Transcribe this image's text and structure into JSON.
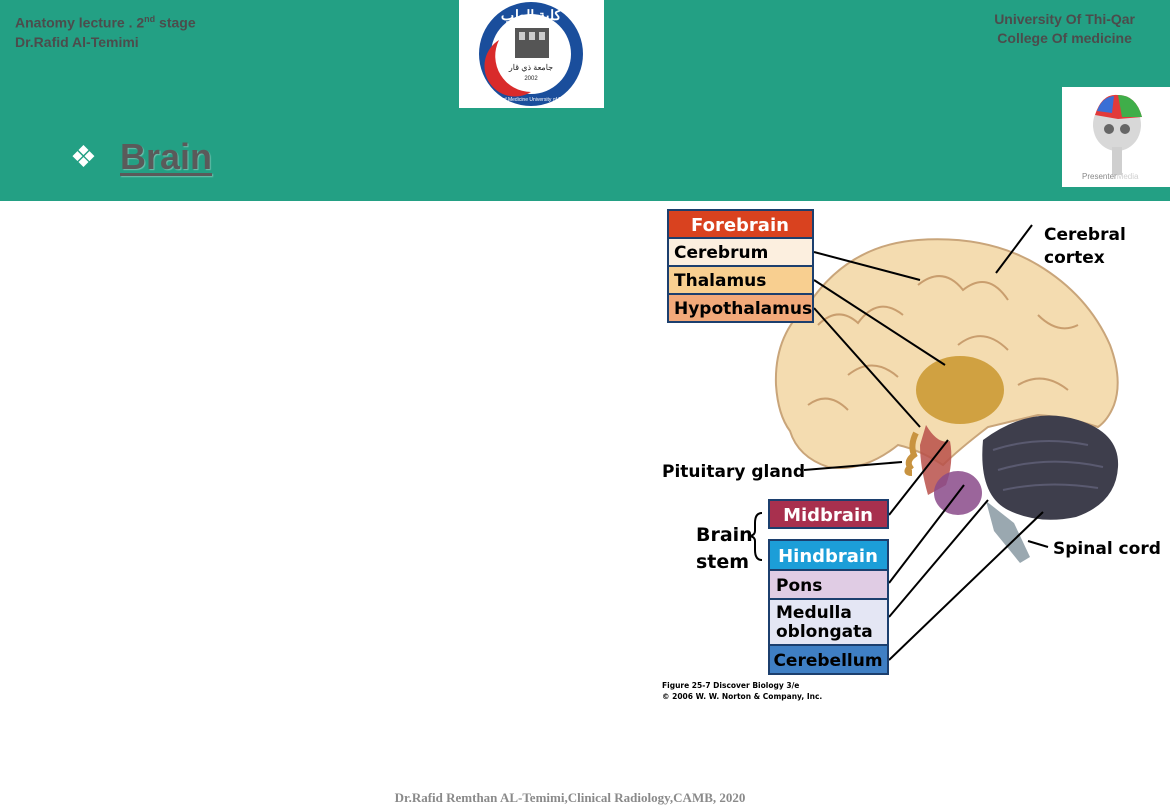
{
  "header": {
    "left_line1": "Anatomy lecture . 2",
    "left_sup": "nd",
    "left_line1_end": " stage",
    "left_line2": "Dr.Rafid Al-Temimi",
    "right_line1": "University Of Thi-Qar",
    "right_line2": "College Of  medicine"
  },
  "logo": {
    "arabic_top": "كلية الطب",
    "arabic_inner": "جامعة ذي قار",
    "ring_text": "College of Medicine University of Thi - Qar",
    "year": "2002"
  },
  "presenter": {
    "label_a": "Presenter",
    "label_b": "Media"
  },
  "slide": {
    "bullet": "❖",
    "title": "Brain"
  },
  "figure": {
    "forebrain_header": "Forebrain",
    "cerebrum": "Cerebrum",
    "thalamus": "Thalamus",
    "hypothalamus": "Hypothalamus",
    "cerebral": "Cerebral",
    "cortex": "cortex",
    "pituitary": "Pituitary gland",
    "brain": "Brain",
    "stem": "stem",
    "midbrain": "Midbrain",
    "hindbrain": "Hindbrain",
    "pons": "Pons",
    "medulla": "Medulla",
    "oblongata": "oblongata",
    "cerebellum": "Cerebellum",
    "spinal_cord": "Spinal cord",
    "caption1": "Figure 25-7  Discover Biology 3/e",
    "caption2": "© 2006 W. W. Norton & Company, Inc."
  },
  "footer": {
    "text": "Dr.Rafid Remthan AL-Temimi,Clinical Radiology,CAMB, 2020"
  },
  "colors": {
    "header_bg": "#23a084",
    "forebrain": "#d9421f",
    "midbrain": "#a8304e",
    "hindbrain": "#1c9ed8",
    "cerebellum_box": "#3f7fc4"
  }
}
